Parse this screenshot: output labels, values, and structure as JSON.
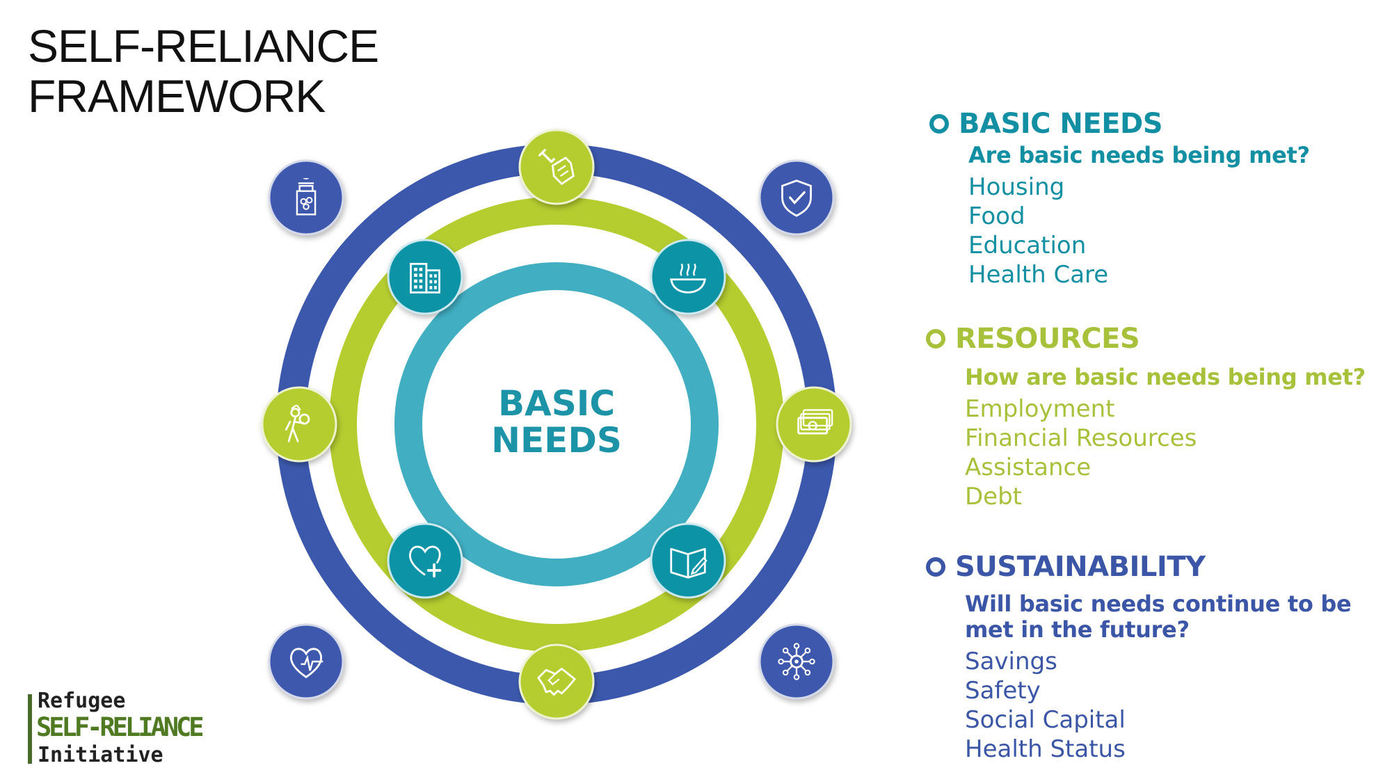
{
  "header": {
    "title_line1": "SELF-RELIANCE",
    "title_line2": "FRAMEWORK"
  },
  "diagram": {
    "center_line1": "BASIC",
    "center_line2": "NEEDS",
    "colors": {
      "outer": "#3c58ac",
      "middle": "#b5cd2f",
      "inner": "#41aec2",
      "inner_node": "#0e93a6",
      "text": "#1c93a7"
    },
    "outer_icons": [
      "jar-icon",
      "shield-icon",
      "network-icon",
      "heart-pulse-icon"
    ],
    "middle_icons": [
      "tools-icon",
      "money-icon",
      "handshake-icon",
      "carry-child-icon"
    ],
    "inner_icons": [
      "building-icon",
      "food-bowl-icon",
      "book-pen-icon",
      "heart-plus-icon"
    ]
  },
  "sections": [
    {
      "title": "BASIC NEEDS",
      "question": "Are basic needs being met?",
      "items": [
        "Housing",
        "Food",
        "Education",
        "Health Care"
      ],
      "colors": {
        "title": "#128fa3",
        "items": "#128fa3"
      }
    },
    {
      "title": "RESOURCES",
      "question": "How are basic needs being met?",
      "items": [
        "Employment",
        "Financial Resources",
        "Assistance",
        "Debt"
      ],
      "colors": {
        "title": "#a7c13a",
        "items": "#a7c13a"
      }
    },
    {
      "title": "SUSTAINABILITY",
      "question_line1": "Will basic needs continue to be",
      "question_line2": "met in the future?",
      "items": [
        "Savings",
        "Safety",
        "Social Capital",
        "Health Status"
      ],
      "colors": {
        "title": "#3b56a6",
        "items": "#3b56a6"
      }
    }
  ],
  "logo": {
    "line1": "Refugee",
    "line2": "SELF-RELIANCE",
    "line3": "Initiative"
  }
}
